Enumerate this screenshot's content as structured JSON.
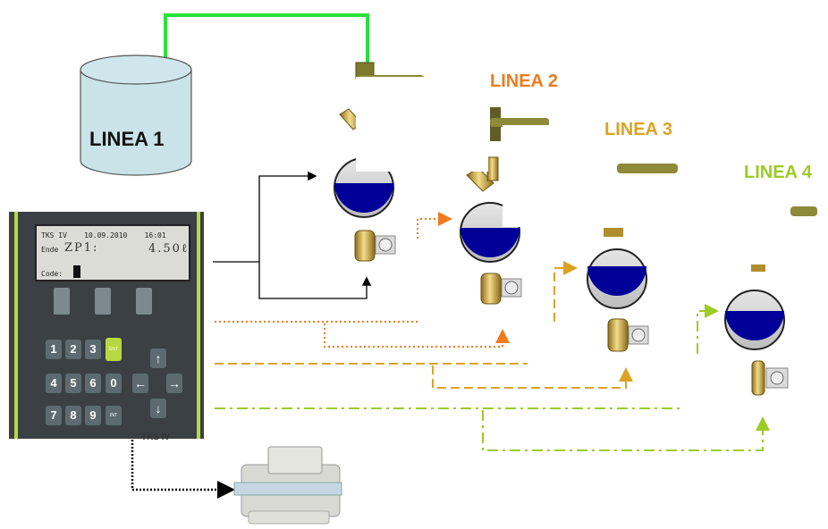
{
  "tank_label": "LINEA 1",
  "lines": [
    {
      "label": "LINEA 2",
      "color": "#f07a1e"
    },
    {
      "label": "LINEA 3",
      "color": "#dba323"
    },
    {
      "label": "LINEA 4",
      "color": "#9ccc25"
    }
  ],
  "device": {
    "lcd_line1": "TKS IV    10.09.2010    16:01",
    "lcd_ende": "Ende",
    "lcd_zp": "ZP1:",
    "lcd_value": "4.50ℓ",
    "lcd_code": "Code:",
    "keys": [
      "1",
      "2",
      "3",
      "4",
      "5",
      "6",
      "0",
      "7",
      "8",
      "9"
    ],
    "green_key": "ENT",
    "small_key": "INT",
    "arrows": [
      "↑",
      "←",
      "→",
      "↓"
    ],
    "brand": "TKS IV"
  },
  "colors": {
    "tank_fill": "#c9e3e8",
    "pipe_green": "#28e13a",
    "liquid": "#000099",
    "line2": "#f07a1e",
    "line3": "#dba323",
    "line4": "#9ccc25"
  }
}
